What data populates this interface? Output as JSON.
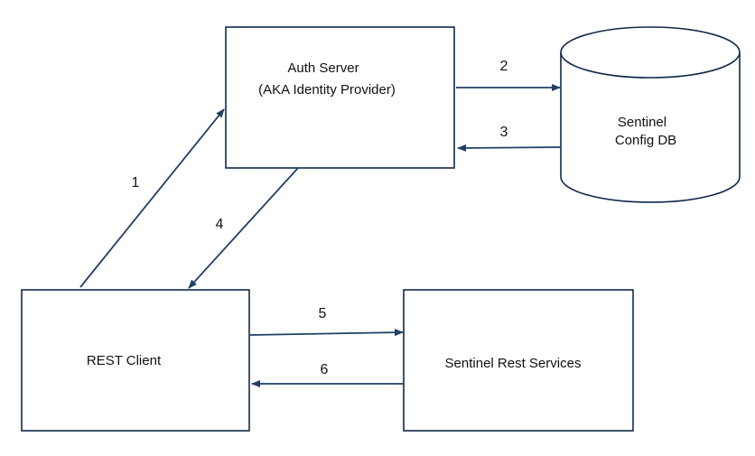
{
  "nodes": {
    "auth_server": {
      "line1": "Auth Server",
      "line2": "(AKA Identity Provider)"
    },
    "config_db": {
      "line1": "Sentinel",
      "line2": "Config DB"
    },
    "rest_client": {
      "label": "REST Client"
    },
    "rest_services": {
      "label": "Sentinel Rest Services"
    }
  },
  "edges": [
    {
      "label": "1",
      "from": "REST Client",
      "to": "Auth Server"
    },
    {
      "label": "2",
      "from": "Auth Server",
      "to": "Sentinel Config DB"
    },
    {
      "label": "3",
      "from": "Sentinel Config DB",
      "to": "Auth Server"
    },
    {
      "label": "4",
      "from": "Auth Server",
      "to": "REST Client"
    },
    {
      "label": "5",
      "from": "REST Client",
      "to": "Sentinel Rest Services"
    },
    {
      "label": "6",
      "from": "Sentinel Rest Services",
      "to": "REST Client"
    }
  ],
  "colors": {
    "stroke": "#0f2a4a",
    "arrow": "#1f3f66",
    "text": "#111111",
    "background": "#ffffff"
  }
}
